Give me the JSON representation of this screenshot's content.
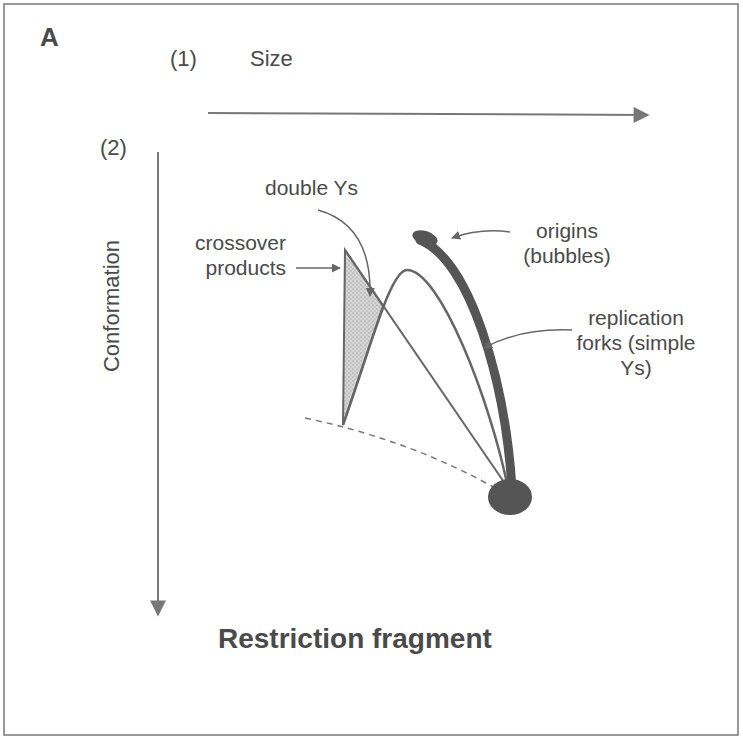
{
  "diagram": {
    "labels": [
      "A",
      "(1)",
      "Size",
      "(2)",
      "Conformation",
      "double Ys",
      "crossover products",
      "origins (bubbles)",
      "replication forks (simple Ys)",
      "Restriction fragment"
    ]
  }
}
